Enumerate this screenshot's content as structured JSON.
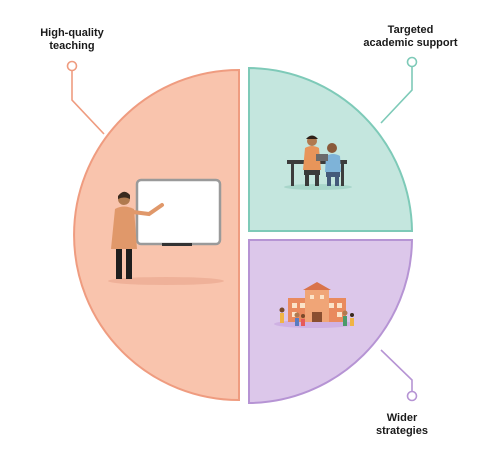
{
  "diagram": {
    "segments": [
      {
        "id": "high-quality-teaching",
        "label_lines": [
          "High-quality",
          "teaching"
        ],
        "color": "#f9c4ad",
        "stroke": "#ef9c80"
      },
      {
        "id": "targeted-academic-support",
        "label_lines": [
          "Targeted",
          "academic support"
        ],
        "color": "#c4e6de",
        "stroke": "#7ecab8"
      },
      {
        "id": "wider-strategies",
        "label_lines": [
          "Wider",
          "strategies"
        ],
        "color": "#dcc7ea",
        "stroke": "#b694d4"
      }
    ]
  }
}
